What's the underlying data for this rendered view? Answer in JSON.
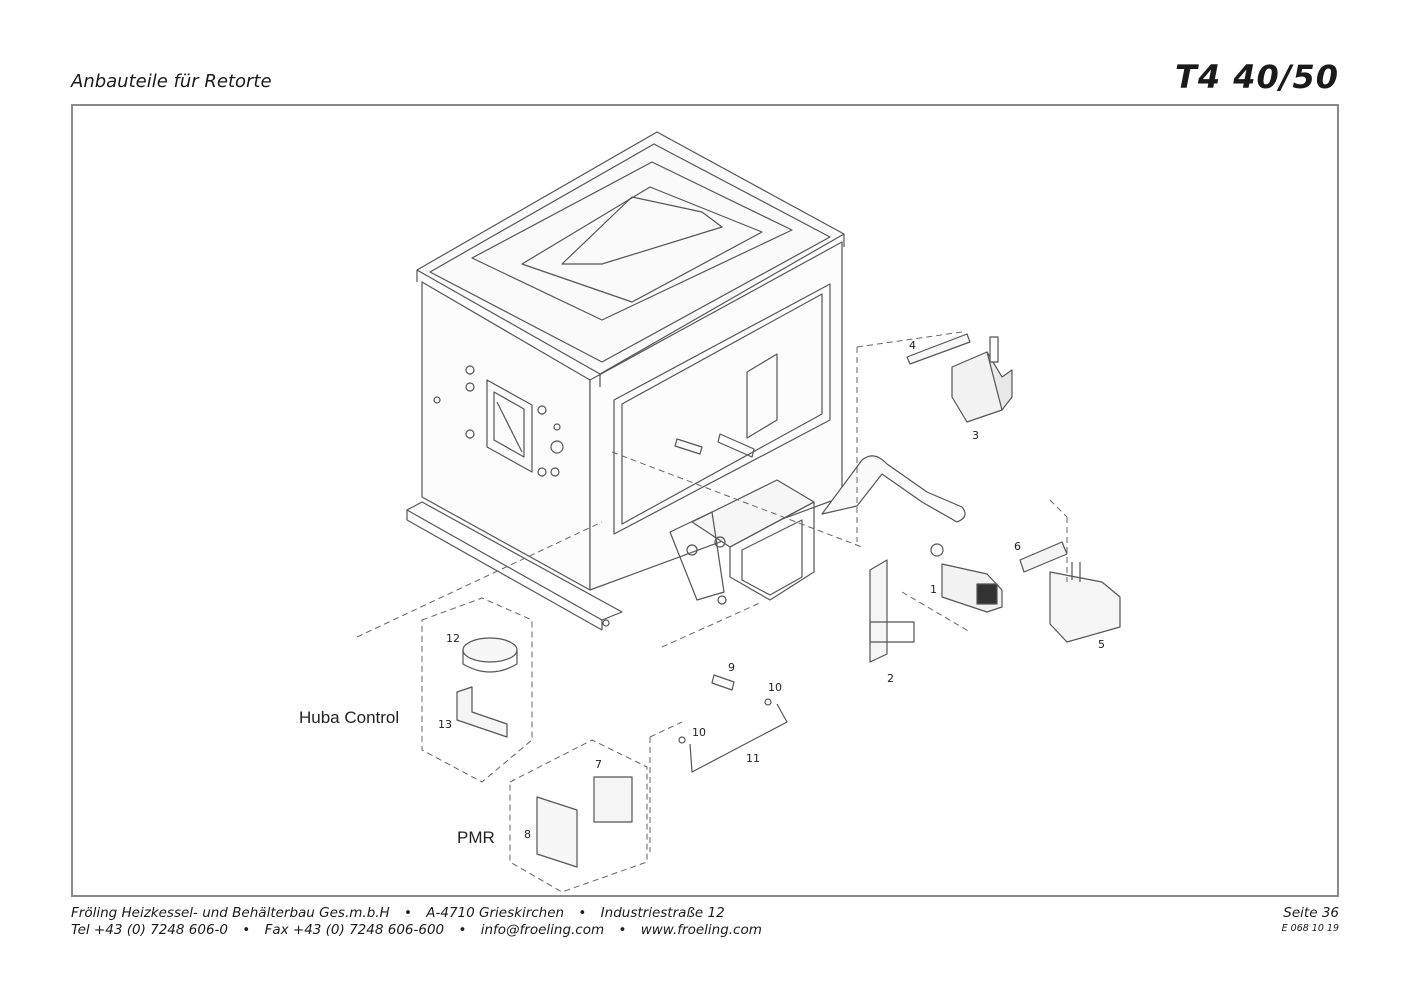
{
  "header": {
    "section_title": "Anbauteile für Retorte",
    "model": "T4 40/50"
  },
  "diagram": {
    "callouts": {
      "c1": "1",
      "c2": "2",
      "c3": "3",
      "c4": "4",
      "c5": "5",
      "c6": "6",
      "c7": "7",
      "c8": "8",
      "c9": "9",
      "c10a": "10",
      "c10b": "10",
      "c11": "11",
      "c12": "12",
      "c13": "13"
    },
    "groups": {
      "huba": "Huba Control",
      "pmr": "PMR"
    }
  },
  "footer": {
    "company": "Fröling Heizkessel- und Behälterbau Ges.m.b.H",
    "address_city": "A-4710 Grieskirchen",
    "address_street": "Industriestraße 12",
    "tel": "Tel +43 (0) 7248 606-0",
    "fax": "Fax +43 (0) 7248 606-600",
    "email": "info@froeling.com",
    "web": "www.froeling.com",
    "page": "Seite 36",
    "doc_number": "E 068 10 19",
    "separator": "•"
  }
}
